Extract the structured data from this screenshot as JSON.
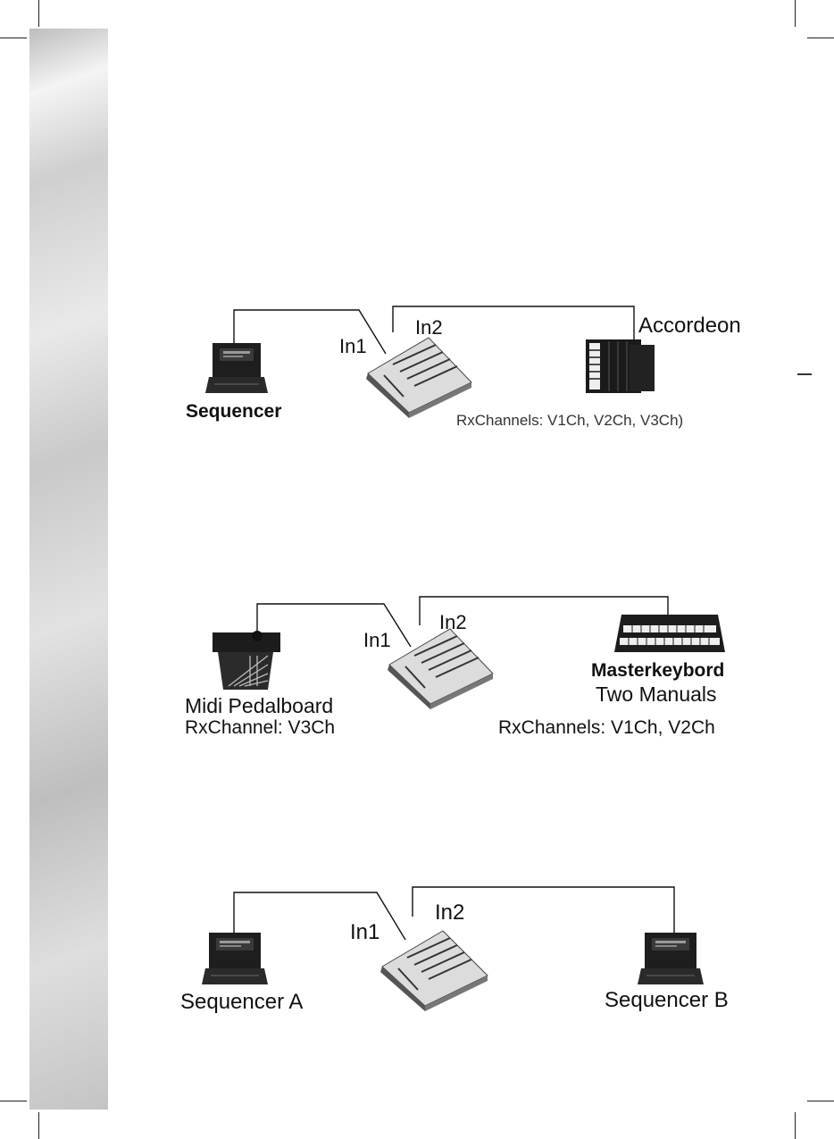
{
  "diagrams": [
    {
      "in1": "In1",
      "in2": "In2",
      "left_device": "Sequencer",
      "right_device": "Accordeon",
      "channels": "RxChannels: V1Ch, V2Ch, V3Ch)"
    },
    {
      "in1": "In1",
      "in2": "In2",
      "left_device": "Midi Pedalboard",
      "left_channel": "RxChannel: V3Ch",
      "right_device_line1": "Masterkeybord",
      "right_device_line2": "Two Manuals",
      "channels": "RxChannels: V1Ch, V2Ch"
    },
    {
      "in1": "In1",
      "in2": "In2",
      "left_device": "Sequencer A",
      "right_device": "Sequencer B"
    }
  ]
}
